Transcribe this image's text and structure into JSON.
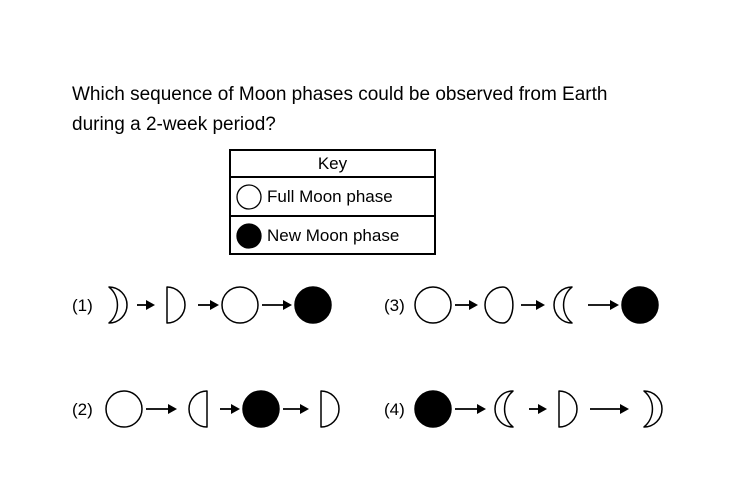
{
  "question": {
    "line1": "Which sequence of Moon phases could be observed from Earth",
    "line2": "during a 2-week period?"
  },
  "key": {
    "title": "Key",
    "items": [
      {
        "phase": "full",
        "label": "Full Moon phase"
      },
      {
        "phase": "new",
        "label": "New Moon phase"
      }
    ]
  },
  "choices": [
    {
      "label": "(1)",
      "phases": [
        "waxing-crescent",
        "first-quarter",
        "full",
        "new"
      ]
    },
    {
      "label": "(2)",
      "phases": [
        "full",
        "last-quarter",
        "new",
        "first-quarter"
      ]
    },
    {
      "label": "(3)",
      "phases": [
        "full",
        "waning-gibbous",
        "waning-crescent",
        "new"
      ]
    },
    {
      "label": "(4)",
      "phases": [
        "new",
        "waning-crescent",
        "first-quarter",
        "waxing-crescent"
      ]
    }
  ],
  "colors": {
    "ink": "#000000",
    "paper": "#ffffff"
  }
}
